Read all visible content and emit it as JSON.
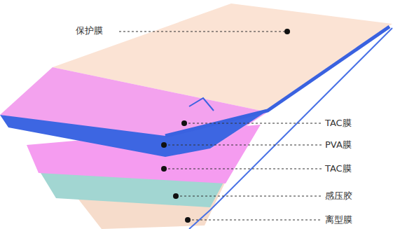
{
  "diagram": {
    "labels": [
      "保护膜",
      "TAC膜",
      "PVA膜",
      "TAC膜",
      "感压胶",
      "离型膜"
    ]
  }
}
